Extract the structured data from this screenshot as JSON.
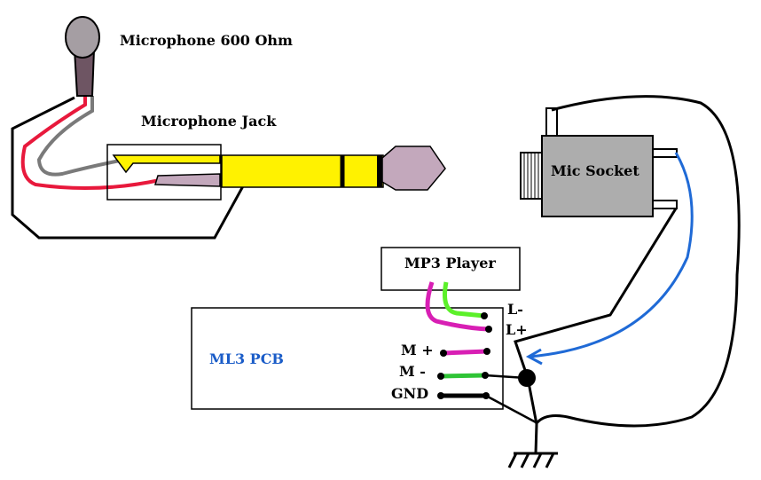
{
  "labels": {
    "microphone": "Microphone 600 Ohm",
    "jack": "Microphone Jack",
    "socket": "Mic Socket",
    "mp3": "MP3 Player",
    "pcb": "ML3 PCB",
    "l_minus": "L-",
    "l_plus": "L+",
    "m_plus": "M +",
    "m_minus": "M -",
    "gnd": "GND"
  },
  "colors": {
    "outline": "#000000",
    "red_wire": "#e8193c",
    "gray_wire": "#7a7a7a",
    "jack_body": "#fff200",
    "jack_tip": "#c3a8bc",
    "mic_head": "#a59ea3",
    "mic_handle": "#6e5563",
    "socket_body": "#adadad",
    "blue_wire": "#1f6ad6",
    "magenta_wire": "#d81fb4",
    "green_wire": "#2fc436",
    "lime_wire": "#5cf02a",
    "pcb_label": "#1a5cc8"
  }
}
